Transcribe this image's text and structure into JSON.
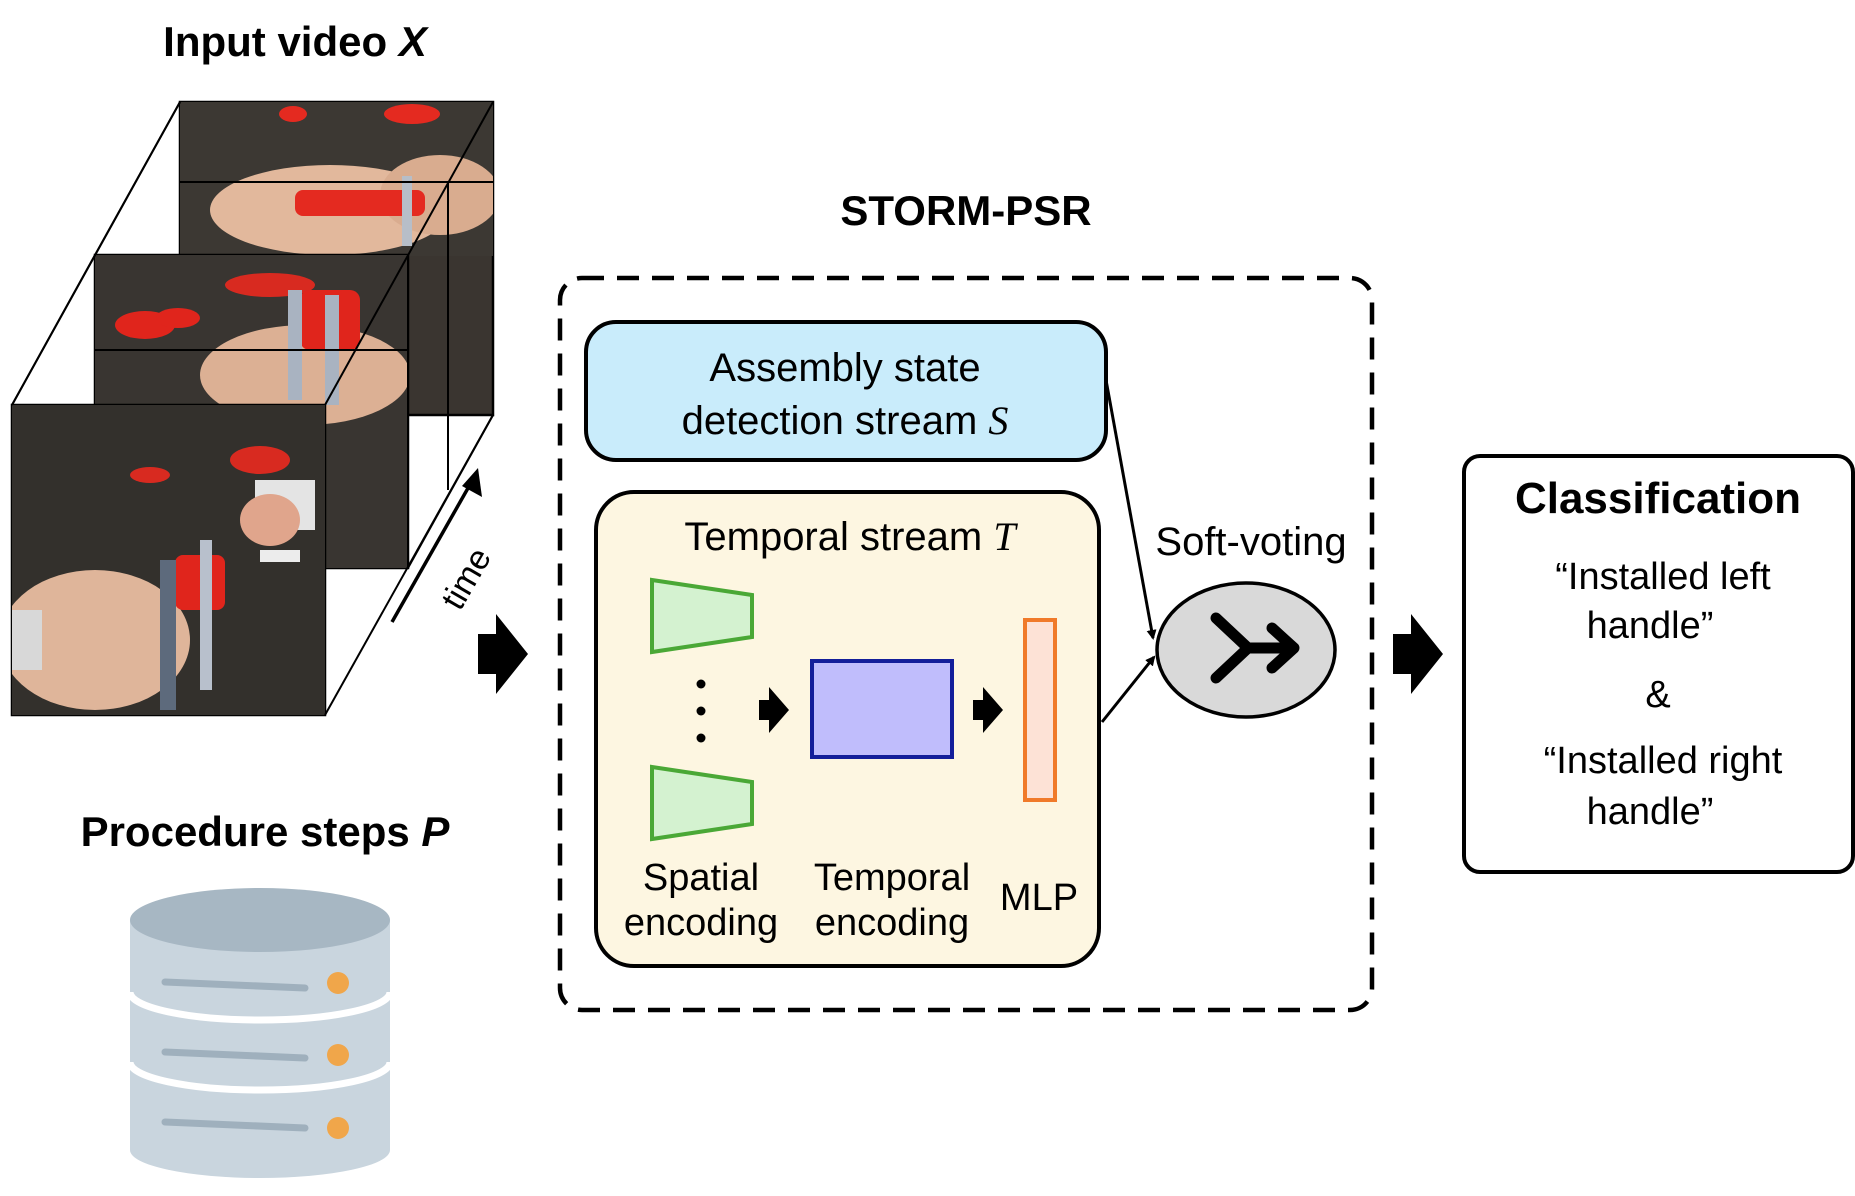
{
  "input": {
    "title": "Input video ",
    "symbol": "X",
    "time_label": "time"
  },
  "procedure": {
    "title": "Procedure steps ",
    "symbol": "P",
    "database_icon": "database-icon"
  },
  "storm": {
    "title": "STORM-PSR",
    "assembly": {
      "line1": "Assembly state",
      "line2": "detection stream ",
      "symbol": "S"
    },
    "temporal": {
      "title": "Temporal stream ",
      "symbol": "T",
      "ellipsis": "⋮",
      "spatial_label_1": "Spatial",
      "spatial_label_2": "encoding",
      "temporal_label_1": "Temporal",
      "temporal_label_2": "encoding",
      "mlp_label": "MLP"
    },
    "softvoting_label": "Soft-voting"
  },
  "classification": {
    "title": "Classification",
    "item1_line1": "“Installed left",
    "item1_line2": "handle”",
    "conjunction": "&",
    "item2_line1": "“Installed right",
    "item2_line2": "handle”"
  },
  "colors": {
    "assembly_fill": "#c9ecfb",
    "temporal_fill": "#fdf6e1",
    "spatial_fill": "#d4f2d0",
    "spatial_stroke": "#4aa836",
    "temporal_enc_fill": "#c0bdfc",
    "temporal_enc_stroke": "#131e9a",
    "mlp_fill": "#fde2d6",
    "mlp_stroke": "#f07a2a",
    "softvote_fill": "#d9d9d9",
    "db_body": "#c8d6e0",
    "db_top": "#a9bbc8",
    "db_dot": "#f0a64a"
  }
}
